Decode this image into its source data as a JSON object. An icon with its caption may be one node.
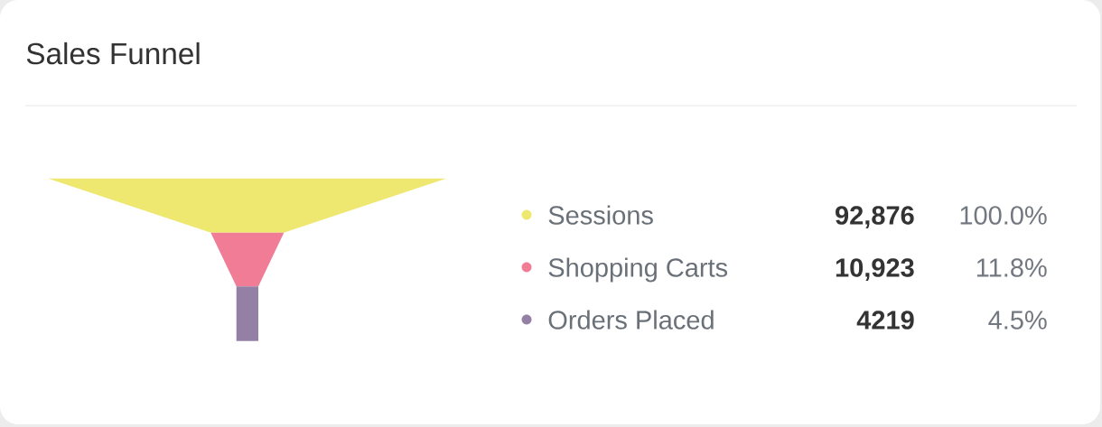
{
  "diagram": {
    "title": "Sales Funnel",
    "labels": [
      "92,876",
      "100.0%",
      "10,923",
      "11.8%",
      "4219",
      "4.5%"
    ],
    "legend": [
      {
        "text": "Sessions",
        "color": "#efe870"
      },
      {
        "text": "Shopping Carts",
        "color": "#f07c96"
      },
      {
        "text": "Orders Placed",
        "color": "#9380a4"
      }
    ]
  }
}
